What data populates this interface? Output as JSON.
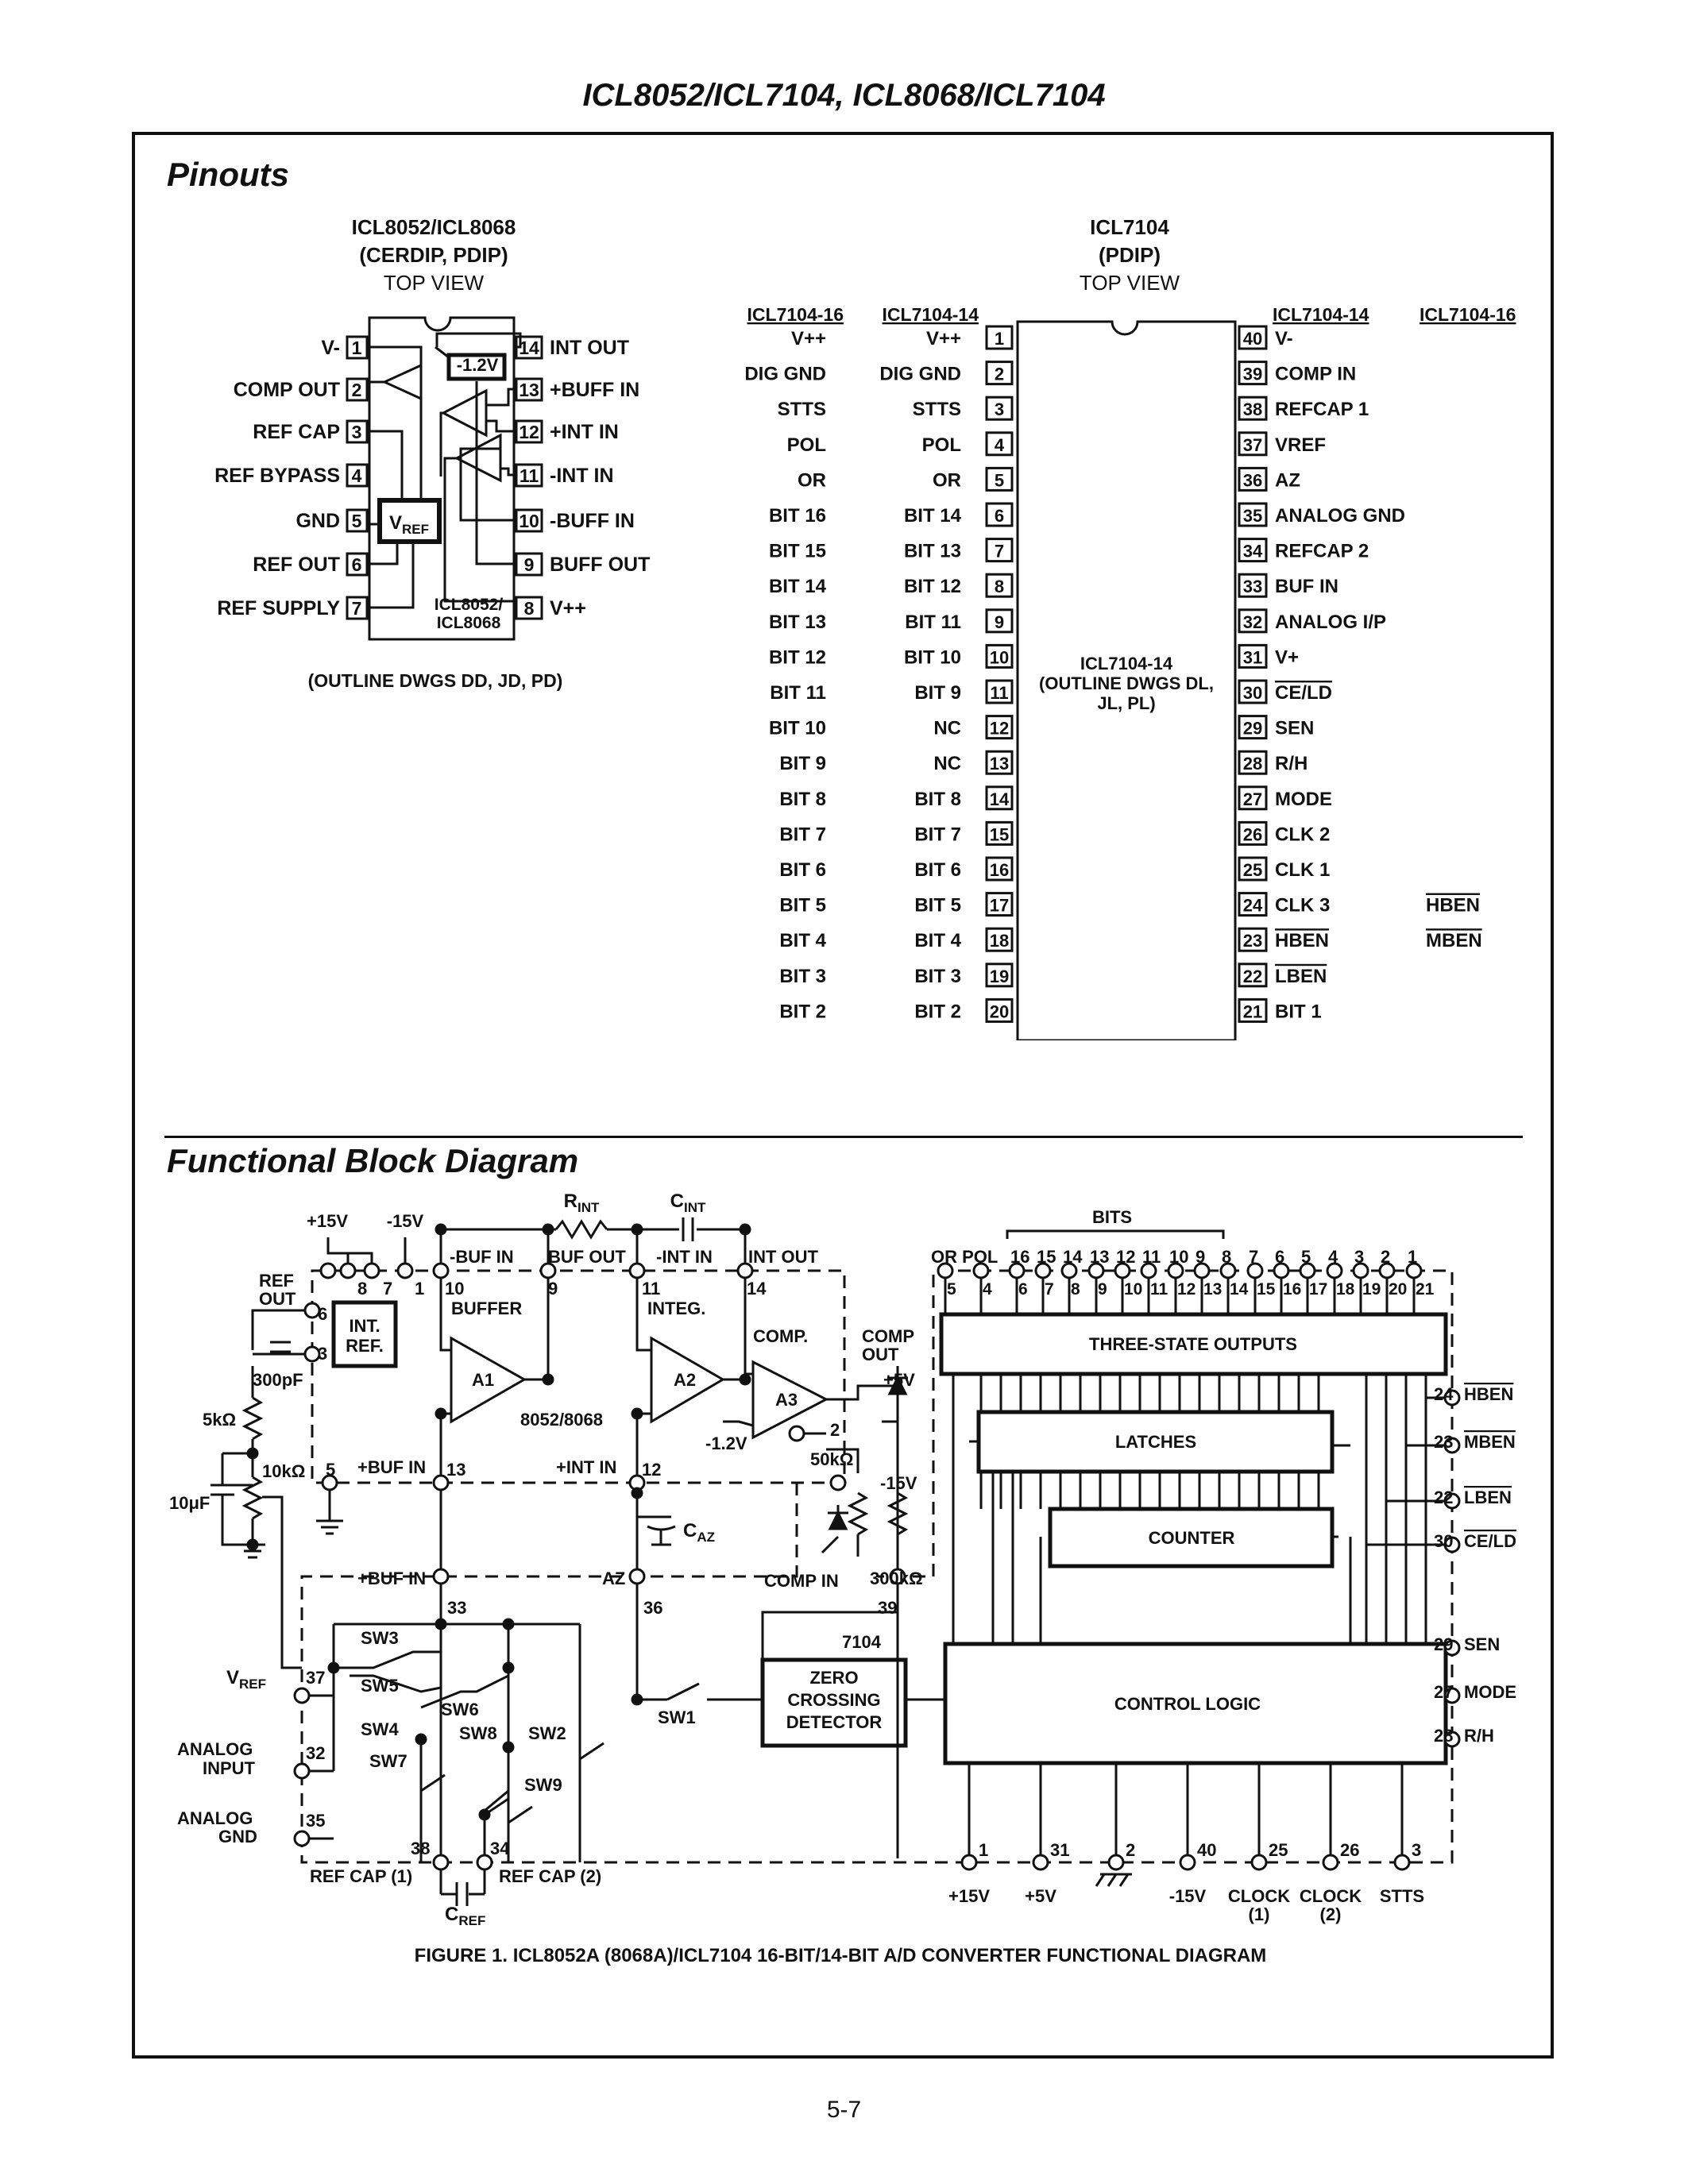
{
  "header": "ICL8052/ICL7104, ICL8068/ICL7104",
  "footer": "5-7",
  "pinouts": {
    "title": "Pinouts",
    "left_chip": {
      "heading": [
        "ICL8052/ICL8068",
        "(CERDIP, PDIP)",
        "TOP VIEW"
      ],
      "left_pins": [
        {
          "num": "1",
          "label": "V-"
        },
        {
          "num": "2",
          "label": "COMP OUT"
        },
        {
          "num": "3",
          "label": "REF CAP"
        },
        {
          "num": "4",
          "label": "REF BYPASS"
        },
        {
          "num": "5",
          "label": "GND"
        },
        {
          "num": "6",
          "label": "REF OUT"
        },
        {
          "num": "7",
          "label": "REF SUPPLY"
        }
      ],
      "right_pins": [
        {
          "num": "14",
          "label": "INT OUT"
        },
        {
          "num": "13",
          "label": "+BUFF IN"
        },
        {
          "num": "12",
          "label": "+INT IN"
        },
        {
          "num": "11",
          "label": "-INT IN"
        },
        {
          "num": "10",
          "label": "-BUFF IN"
        },
        {
          "num": "9",
          "label": "BUFF OUT"
        },
        {
          "num": "8",
          "label": "V++"
        }
      ],
      "inner_ref": "-1.2V",
      "inner_vref": "VREF",
      "inner_name": [
        "ICL8052/",
        "ICL8068"
      ],
      "outline": "(OUTLINE DWGS DD, JD, PD)"
    },
    "right_chip": {
      "heading": [
        "ICL7104",
        "(PDIP)",
        "TOP VIEW"
      ],
      "col_headers": {
        "l16": "ICL7104-16",
        "l14": "ICL7104-14",
        "r14": "ICL7104-14",
        "r16": "ICL7104-16"
      },
      "left_rows": [
        {
          "num": "1",
          "v16": "V++",
          "v14": "V++"
        },
        {
          "num": "2",
          "v16": "DIG GND",
          "v14": "DIG GND"
        },
        {
          "num": "3",
          "v16": "STTS",
          "v14": "STTS"
        },
        {
          "num": "4",
          "v16": "POL",
          "v14": "POL"
        },
        {
          "num": "5",
          "v16": "OR",
          "v14": "OR"
        },
        {
          "num": "6",
          "v16": "BIT 16",
          "v14": "BIT 14"
        },
        {
          "num": "7",
          "v16": "BIT 15",
          "v14": "BIT 13"
        },
        {
          "num": "8",
          "v16": "BIT 14",
          "v14": "BIT 12"
        },
        {
          "num": "9",
          "v16": "BIT 13",
          "v14": "BIT 11"
        },
        {
          "num": "10",
          "v16": "BIT 12",
          "v14": "BIT 10"
        },
        {
          "num": "11",
          "v16": "BIT 11",
          "v14": "BIT 9"
        },
        {
          "num": "12",
          "v16": "BIT 10",
          "v14": "NC"
        },
        {
          "num": "13",
          "v16": "BIT 9",
          "v14": "NC"
        },
        {
          "num": "14",
          "v16": "BIT 8",
          "v14": "BIT 8"
        },
        {
          "num": "15",
          "v16": "BIT 7",
          "v14": "BIT 7"
        },
        {
          "num": "16",
          "v16": "BIT 6",
          "v14": "BIT 6"
        },
        {
          "num": "17",
          "v16": "BIT 5",
          "v14": "BIT 5"
        },
        {
          "num": "18",
          "v16": "BIT 4",
          "v14": "BIT 4"
        },
        {
          "num": "19",
          "v16": "BIT 3",
          "v14": "BIT 3"
        },
        {
          "num": "20",
          "v16": "BIT 2",
          "v14": "BIT 2"
        }
      ],
      "right_rows": [
        {
          "num": "40",
          "v14": "V-",
          "v16": ""
        },
        {
          "num": "39",
          "v14": "COMP IN",
          "v16": ""
        },
        {
          "num": "38",
          "v14": "REFCAP 1",
          "v16": ""
        },
        {
          "num": "37",
          "v14": "VREF",
          "v16": ""
        },
        {
          "num": "36",
          "v14": "AZ",
          "v16": ""
        },
        {
          "num": "35",
          "v14": "ANALOG GND",
          "v16": ""
        },
        {
          "num": "34",
          "v14": "REFCAP 2",
          "v16": ""
        },
        {
          "num": "33",
          "v14": "BUF IN",
          "v16": ""
        },
        {
          "num": "32",
          "v14": "ANALOG I/P",
          "v16": ""
        },
        {
          "num": "31",
          "v14": "V+",
          "v16": ""
        },
        {
          "num": "30",
          "v14": "CE/LD",
          "v16": ""
        },
        {
          "num": "29",
          "v14": "SEN",
          "v16": ""
        },
        {
          "num": "28",
          "v14": "R/H",
          "v16": ""
        },
        {
          "num": "27",
          "v14": "MODE",
          "v16": ""
        },
        {
          "num": "26",
          "v14": "CLK 2",
          "v16": ""
        },
        {
          "num": "25",
          "v14": "CLK 1",
          "v16": ""
        },
        {
          "num": "24",
          "v14": "CLK 3",
          "v16": "HBEN"
        },
        {
          "num": "23",
          "v14": "HBEN",
          "v16": "MBEN"
        },
        {
          "num": "22",
          "v14": "LBEN",
          "v16": ""
        },
        {
          "num": "21",
          "v14": "BIT 1",
          "v16": ""
        }
      ],
      "inner_text": [
        "ICL7104-14",
        "(OUTLINE DWGS DL,",
        "JL, PL)"
      ]
    }
  },
  "fbd": {
    "title": "Functional Block Diagram",
    "supply": {
      "p15": "+15V",
      "m15": "-15V"
    },
    "rint": "RINT",
    "cint": "CINT",
    "buf_in": "-BUF IN",
    "buf_out": "BUF OUT",
    "int_in": "-INT IN",
    "int_out": "INT OUT",
    "ref_out": [
      "REF",
      "OUT"
    ],
    "int_ref": [
      "INT.",
      "REF."
    ],
    "buffer": "BUFFER",
    "integ": "INTEG.",
    "comp": "COMP.",
    "comp_out": [
      "COMP",
      "OUT"
    ],
    "a1": "A1",
    "a2": "A2",
    "a3": "A3",
    "part": "8052/8068",
    "c300": "300pF",
    "r5k": "5kΩ",
    "r10k": "10kΩ",
    "c10u": "10μF",
    "pbuf_in": "+BUF IN",
    "pint_in": "+INT IN",
    "m12": "-1.2V",
    "p5": "+5V",
    "m15b": "-15V",
    "r50k": "50kΩ",
    "r300k": "300kΩ",
    "caz": "CAZ",
    "comp_in": "COMP IN",
    "az": "AZ",
    "pbuf_in2": "+BUF IN",
    "chip7104": "7104",
    "bits": "BITS",
    "or_pol": "OR POL",
    "bit_nums": [
      "16",
      "15",
      "14",
      "13",
      "12",
      "11",
      "10",
      "9",
      "8",
      "7",
      "6",
      "5",
      "4",
      "3",
      "2",
      "1"
    ],
    "pin_nums": [
      "5",
      "4",
      "6",
      "7",
      "8",
      "9",
      "10",
      "11",
      "12",
      "13",
      "14",
      "15",
      "16",
      "17",
      "18",
      "19",
      "20",
      "21"
    ],
    "three_state": "THREE-STATE OUTPUTS",
    "latches": "LATCHES",
    "counter": "COUNTER",
    "control_logic": "CONTROL LOGIC",
    "zcd": [
      "ZERO",
      "CROSSING",
      "DETECTOR"
    ],
    "right_pins": [
      {
        "num": "24",
        "label": "HBEN"
      },
      {
        "num": "23",
        "label": "MBEN"
      },
      {
        "num": "22",
        "label": "LBEN"
      },
      {
        "num": "30",
        "label": "CE/LD"
      },
      {
        "num": "29",
        "label": "SEN"
      },
      {
        "num": "27",
        "label": "MODE"
      },
      {
        "num": "28",
        "label": "R/H"
      }
    ],
    "bottom_pins": [
      {
        "num": "1",
        "label": "+15V"
      },
      {
        "num": "31",
        "label": "+5V"
      },
      {
        "num": "2",
        "label": ""
      },
      {
        "num": "40",
        "label": "-15V"
      },
      {
        "num": "25",
        "label": "CLOCK (1)"
      },
      {
        "num": "26",
        "label": "CLOCK (2)"
      },
      {
        "num": "3",
        "label": "STTS"
      }
    ],
    "switches": [
      "SW3",
      "SW5",
      "SW4",
      "SW6",
      "SW8",
      "SW2",
      "SW7",
      "SW9",
      "SW1"
    ],
    "vref": "VREF",
    "analog_input": [
      "ANALOG",
      "INPUT"
    ],
    "analog_gnd": [
      "ANALOG",
      "GND"
    ],
    "ref_cap1": "REF CAP (1)",
    "ref_cap2": "REF CAP (2)",
    "cref": "CREF",
    "caption": "FIGURE 1.  ICL8052A (8068A)/ICL7104 16-BIT/14-BIT A/D CONVERTER FUNCTIONAL DIAGRAM"
  }
}
